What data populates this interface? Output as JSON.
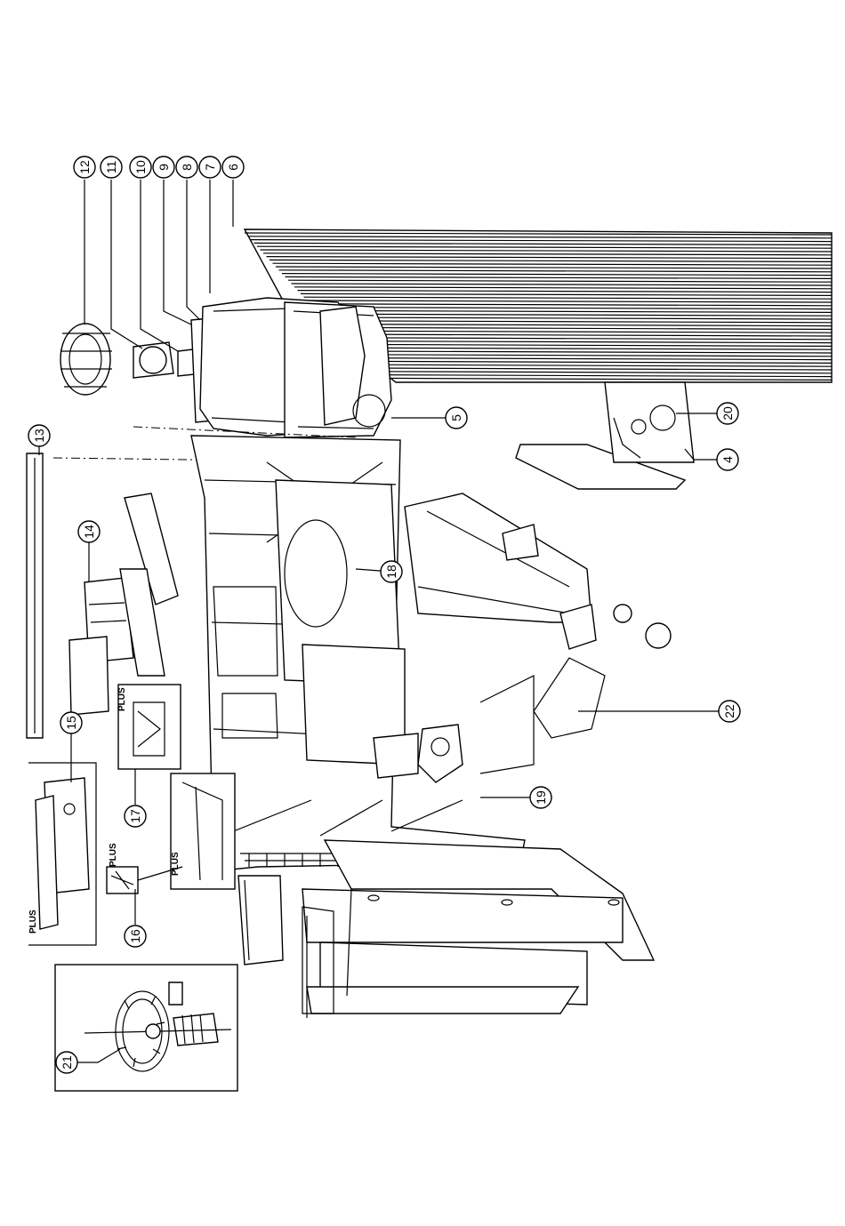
{
  "diagram": {
    "callouts": [
      "4",
      "5",
      "6",
      "7",
      "8",
      "9",
      "10",
      "11",
      "12",
      "13",
      "14",
      "15",
      "16",
      "17",
      "18",
      "19",
      "20",
      "21",
      "22"
    ],
    "inset_labels": {
      "plus_1": "PLUS",
      "plus_2": "PLUS",
      "plus_3": "PLUS",
      "plus_4": "PLUS"
    }
  }
}
